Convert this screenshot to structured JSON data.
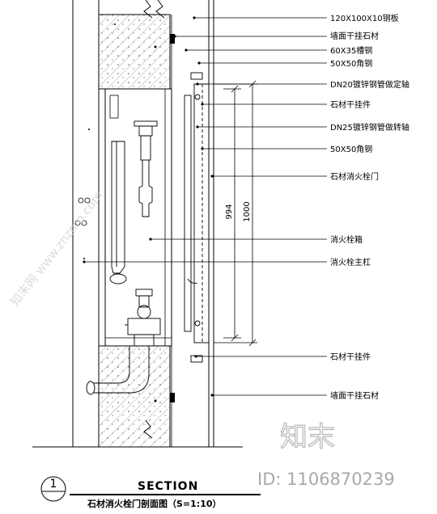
{
  "callouts": [
    {
      "id": "steel-plate",
      "text": "120X100X10钢板"
    },
    {
      "id": "wall-dry-hang-stone-top",
      "text": "墙面干挂石材"
    },
    {
      "id": "channel-steel",
      "text": "60X35槽钢"
    },
    {
      "id": "angle-steel-top",
      "text": "50X50角钢"
    },
    {
      "id": "dn20-pipe",
      "text": "DN20镀锌钢管做定轴"
    },
    {
      "id": "stone-hanger-top",
      "text": "石材干挂件"
    },
    {
      "id": "dn25-pipe",
      "text": "DN25镀锌钢管做转轴"
    },
    {
      "id": "angle-steel-mid",
      "text": "50X50角钢"
    },
    {
      "id": "stone-door",
      "text": "石材消火栓门"
    },
    {
      "id": "hydrant-box",
      "text": "消火栓箱"
    },
    {
      "id": "hydrant-main",
      "text": "消火栓主杠"
    },
    {
      "id": "stone-hanger-bottom",
      "text": "石材干挂件"
    },
    {
      "id": "wall-dry-hang-stone-bottom",
      "text": "墙面干挂石材"
    }
  ],
  "dimensions": {
    "inner": "994",
    "outer": "1000"
  },
  "title": {
    "number": "1",
    "section": "SECTION",
    "main": "石材消火栓门剖面图（S=1:10）"
  },
  "watermark": {
    "logo": "知末",
    "id": "ID: 1106870239",
    "diagonal": "知末网 www.znzmo.com"
  }
}
